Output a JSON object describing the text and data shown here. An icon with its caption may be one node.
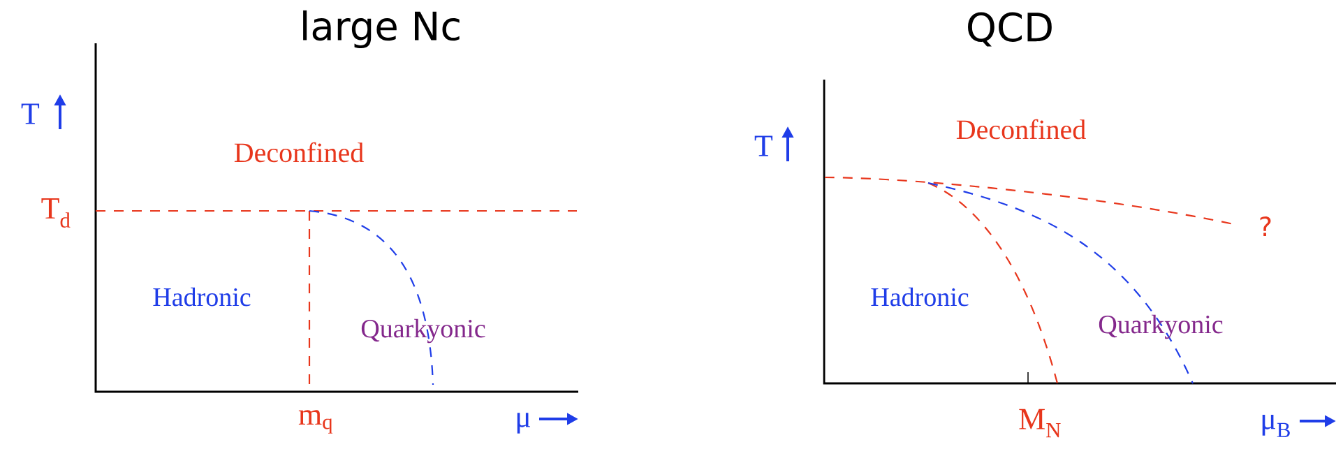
{
  "diagram": {
    "labels": [
      "large Nc",
      "T",
      "Deconfined",
      "T$_{d}$",
      "Hadronic",
      "Quarkyonic",
      "m$_{q}$",
      "μ",
      "QCD",
      "T",
      "Deconfined",
      "?",
      "Hadronic",
      "Quarkyonic",
      "M$_{N}$",
      "μ$_{B}$"
    ]
  }
}
